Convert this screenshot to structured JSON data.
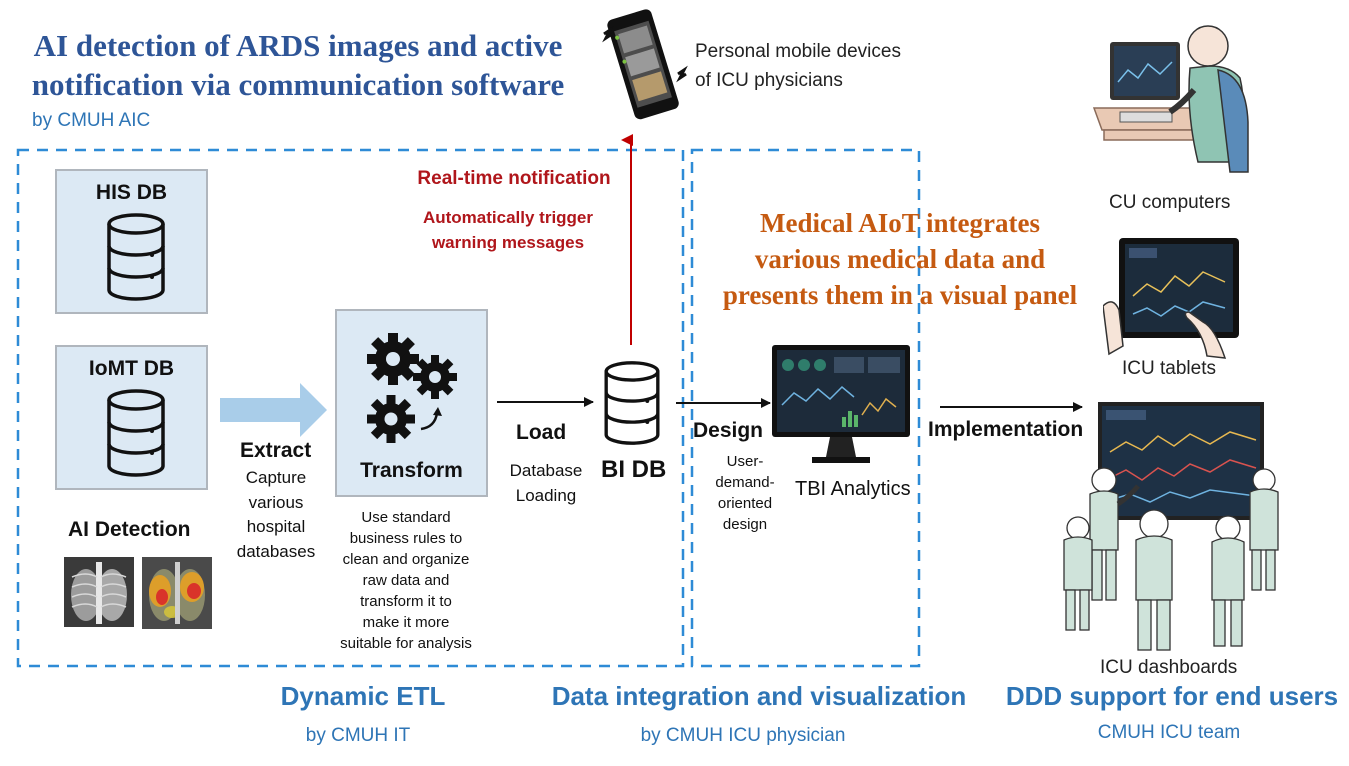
{
  "title": {
    "line1": "AI detection of ARDS images and active",
    "line2": "notification via communication software",
    "byline": "by CMUH AIC"
  },
  "sources": {
    "his_db": "HIS DB",
    "iomt_db": "IoMT DB",
    "ai_detection": "AI Detection"
  },
  "extract": {
    "label": "Extract",
    "desc1": "Capture",
    "desc2": "various",
    "desc3": "hospital",
    "desc4": "databases"
  },
  "transform": {
    "label": "Transform",
    "desc1": "Use standard",
    "desc2": "business rules to",
    "desc3": "clean and organize",
    "desc4": "raw data and",
    "desc5": "transform it to",
    "desc6": "make it more",
    "desc7": "suitable for analysis"
  },
  "load": {
    "label": "Load",
    "desc1": "Database",
    "desc2": "Loading"
  },
  "bi_db": "BI DB",
  "notification": {
    "title": "Real-time notification",
    "line1": "Automatically trigger",
    "line2": "warning messages"
  },
  "mobile": {
    "line1": "Personal mobile devices",
    "line2": "of ICU physicians"
  },
  "design": {
    "label": "Design",
    "desc1": "User-",
    "desc2": "demand-",
    "desc3": "oriented",
    "desc4": "design"
  },
  "analytics_label": "TBI Analytics",
  "aiot": {
    "line1": "Medical AIoT integrates",
    "line2": "various medical data and",
    "line3": "presents them in a visual panel"
  },
  "implementation_label": "Implementation",
  "end_devices": {
    "computers": "CU computers",
    "tablets": "ICU tablets",
    "dashboards": "ICU dashboards"
  },
  "sections": {
    "etl_title": "Dynamic ETL",
    "etl_by": "by CMUH IT",
    "integration_title": "Data integration and visualization",
    "integration_by": "by CMUH ICU physician",
    "ddd_title": "DDD support for end users",
    "ddd_by": "CMUH ICU team"
  },
  "colors": {
    "title_blue": "#2e5597",
    "section_blue": "#2e75b6",
    "dashed_border": "#2e8bd6",
    "alert_red": "#b0161b",
    "aiot_orange": "#c55a11",
    "db_box_fill": "#dce9f4",
    "extract_arrow": "#a9cde9"
  },
  "icons": {
    "database": "database-cylinder-icon",
    "gears": "gears-icon",
    "phone": "smartphone-icon",
    "monitor": "dashboard-monitor-icon",
    "computer_user": "computer-user-icon",
    "tablet": "tablet-hand-icon",
    "team_dashboard": "team-dashboard-icon",
    "xray": "chest-xray-image",
    "heatmap": "xray-heatmap-image"
  }
}
